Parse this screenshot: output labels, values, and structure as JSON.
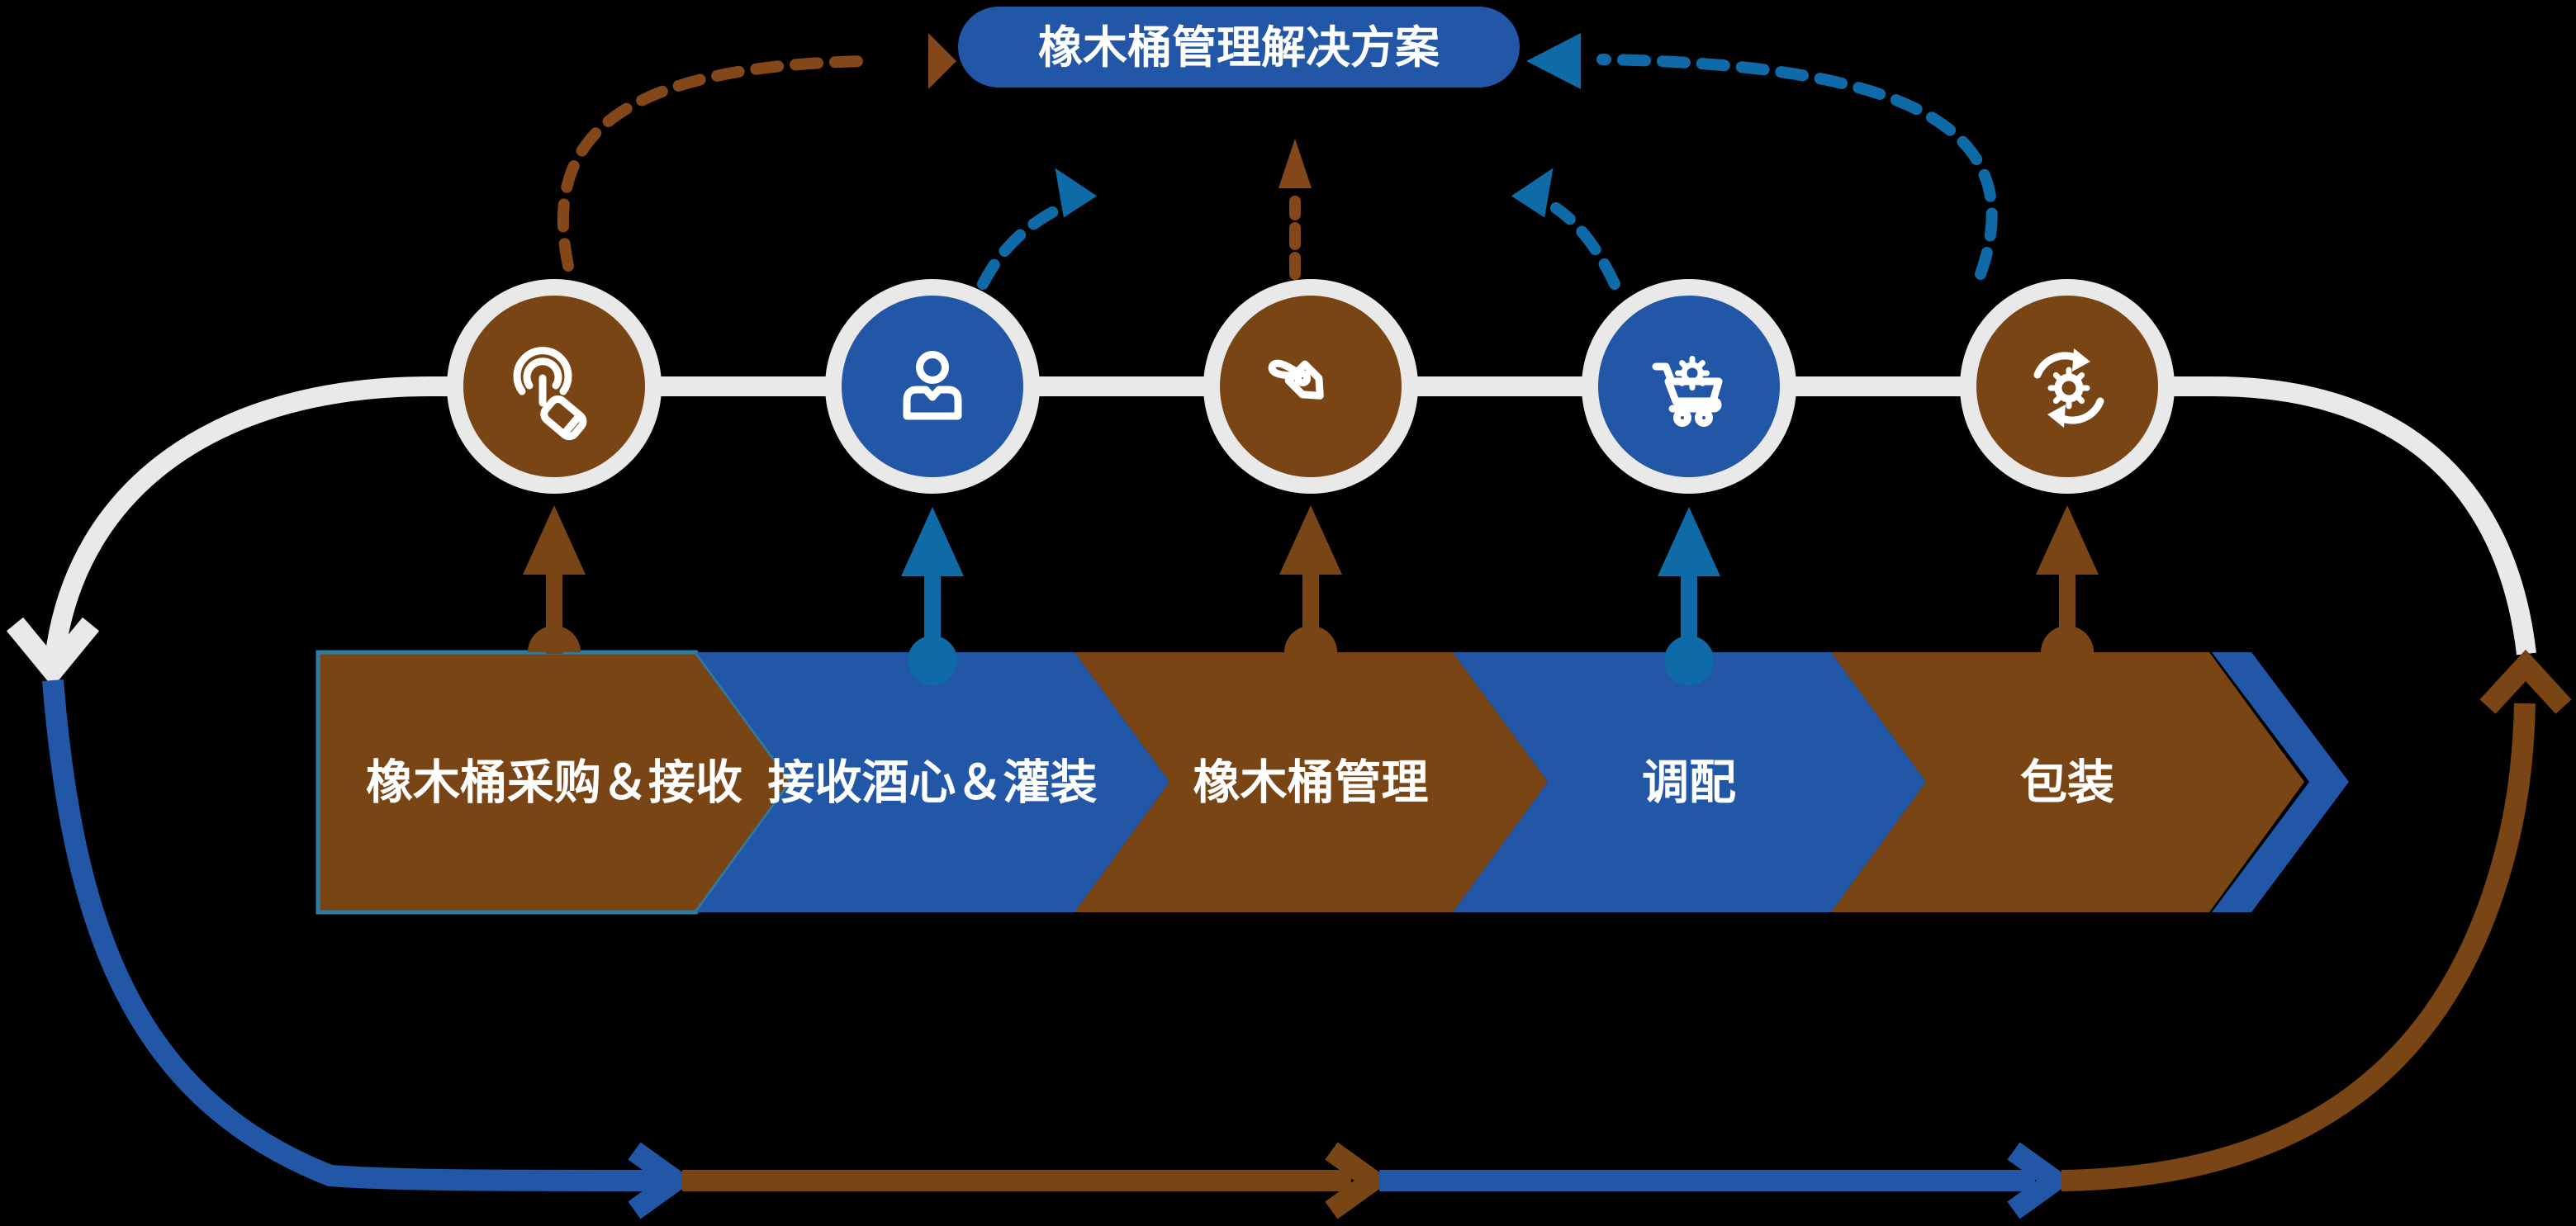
{
  "diagram": {
    "title": "橡木桶管理解决方案",
    "stages": [
      {
        "label": "橡木桶采购＆接收",
        "color_key": "brown",
        "icon": "tap-gesture-icon"
      },
      {
        "label": "接收酒心＆灌装",
        "color_key": "blue",
        "icon": "person-icon"
      },
      {
        "label": "橡木桶管理",
        "color_key": "brown",
        "icon": "price-tag-icon"
      },
      {
        "label": "调配",
        "color_key": "blue",
        "icon": "cart-gear-icon"
      },
      {
        "label": "包装",
        "color_key": "brown",
        "icon": "sync-gear-icon"
      }
    ]
  },
  "colors": {
    "brown": "#7A4515",
    "dash_brown": "#84471A",
    "blue": "#2256A7",
    "accent_blue": "#0F6BA8",
    "rail_white": "#E9E9E9",
    "chevron1_outline": "#2B7DA3",
    "text_white": "#FFFFFF",
    "background": "#000000"
  }
}
